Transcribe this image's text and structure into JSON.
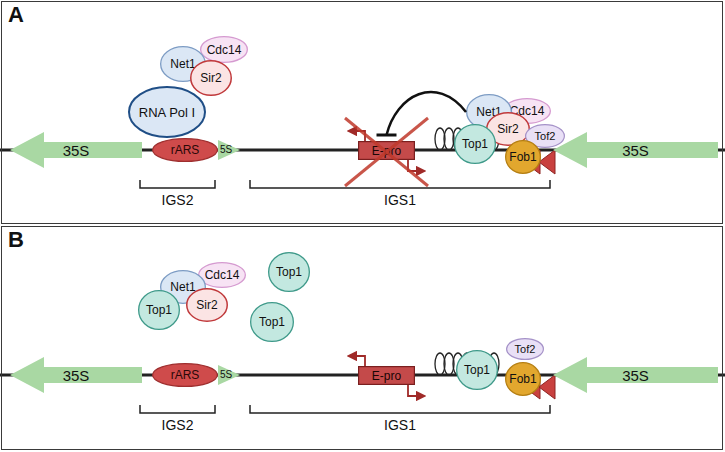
{
  "diagram": {
    "nodes": [
      {
        "text": [
          "A"
        ]
      },
      {
        "text": [
          "35S"
        ],
        "in": 0
      },
      {
        "text": [
          "Net1"
        ],
        "in": 0
      },
      {
        "text": [
          "Cdc14"
        ],
        "in": 0
      },
      {
        "text": [
          "Sir2"
        ],
        "in": 0
      },
      {
        "text": [
          "RNA Pol I"
        ],
        "in": 0
      },
      {
        "text": [
          "rARS"
        ],
        "in": 0
      },
      {
        "text": [
          "5S"
        ],
        "in": 0
      },
      {
        "text": [
          "E-pro"
        ],
        "in": 0
      },
      {
        "text": [
          "Net1"
        ],
        "in": 0
      },
      {
        "text": [
          "Cdc14"
        ],
        "in": 0
      },
      {
        "text": [
          "Sir2"
        ],
        "in": 0
      },
      {
        "text": [
          "Top1"
        ],
        "in": 0
      },
      {
        "text": [
          "Tof2"
        ],
        "in": 0
      },
      {
        "text": [
          "Fob1"
        ],
        "in": 0
      },
      {
        "text": [
          "35S"
        ],
        "in": 0
      },
      {
        "text": [
          "B"
        ]
      },
      {
        "text": [
          "35S"
        ],
        "in": 16
      },
      {
        "text": [
          "Net1"
        ],
        "in": 16
      },
      {
        "text": [
          "Cdc14"
        ],
        "in": 16
      },
      {
        "text": [
          "Top1"
        ],
        "in": 16
      },
      {
        "text": [
          "Sir2"
        ],
        "in": 16
      },
      {
        "text": [
          "Top1"
        ],
        "in": 16
      },
      {
        "text": [
          "Top1"
        ],
        "in": 16
      },
      {
        "text": [
          "rARS"
        ],
        "in": 16
      },
      {
        "text": [
          "5S"
        ],
        "in": 16
      },
      {
        "text": [
          "E-pro"
        ],
        "in": 16
      },
      {
        "text": [
          "Top1"
        ],
        "in": 16
      },
      {
        "text": [
          "Tof2"
        ],
        "in": 16
      },
      {
        "text": [
          "Fob1"
        ],
        "in": 16
      },
      {
        "text": [
          "35S"
        ],
        "in": 16
      }
    ],
    "edges": [
      {
        "from": 9,
        "to": 8,
        "arrow": "to"
      }
    ],
    "labels": [
      "IGS2",
      "IGS1",
      "IGS2",
      "IGS1"
    ]
  }
}
